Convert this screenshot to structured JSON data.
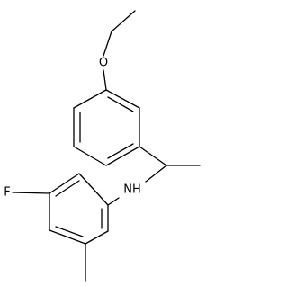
{
  "molecule": {
    "atom_labels": {
      "oxygen": "O",
      "amine": "NH",
      "fluorine": "F"
    }
  }
}
